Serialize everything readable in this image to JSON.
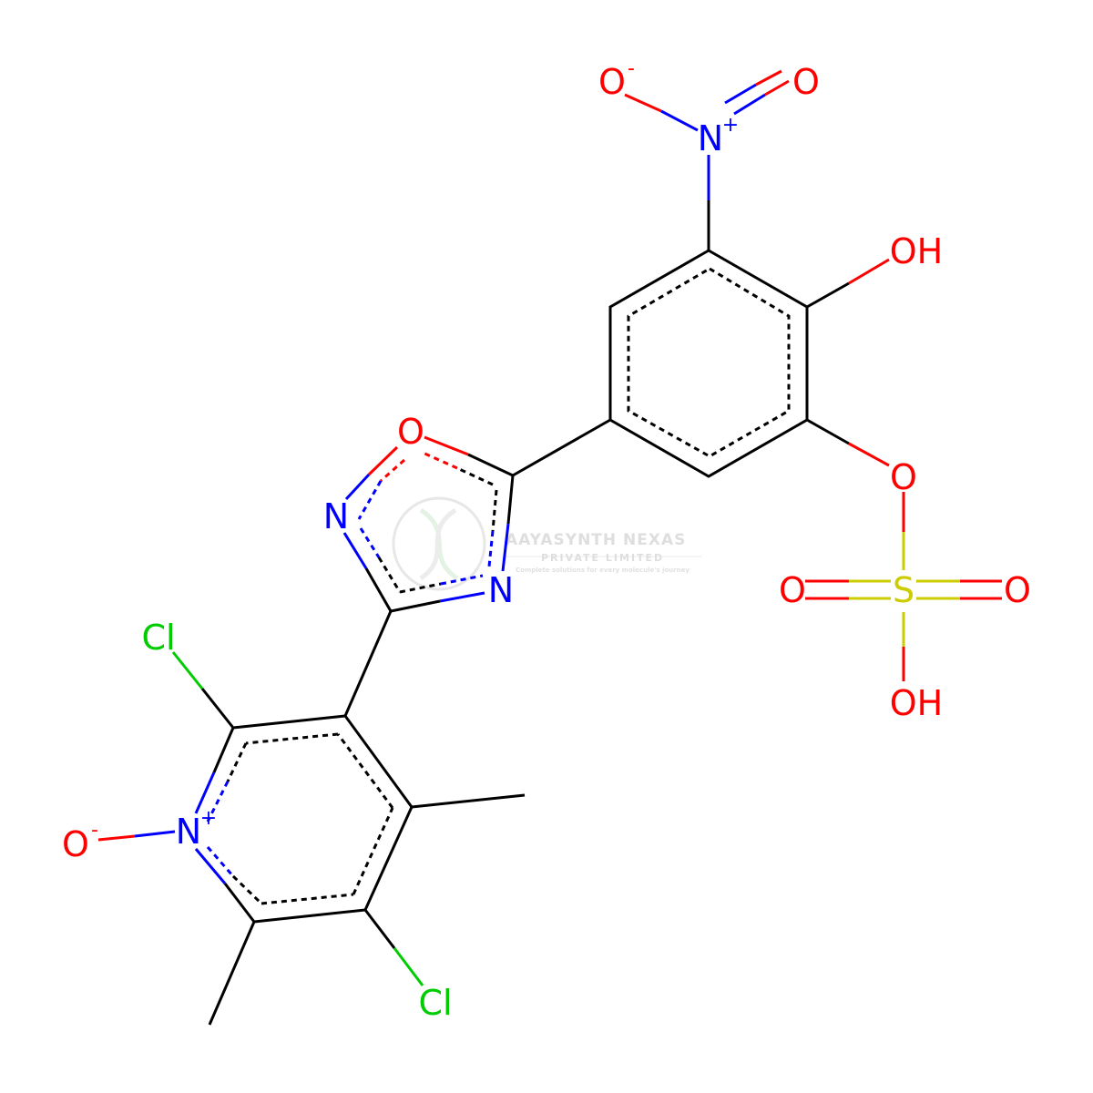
{
  "colors": {
    "carbon": "#000000",
    "nitrogen": "#0000ff",
    "oxygen": "#ff0000",
    "chlorine": "#00cc00",
    "sulfur": "#cccc00",
    "watermark": "#c8c8c8"
  },
  "labels": {
    "o_minus_nitro": "O",
    "o_minus_nitro_charge": "-",
    "o_nitro": "O",
    "n_nitro": "N",
    "n_nitro_charge": "+",
    "oh_phenol": "OH",
    "o_ring": "O",
    "n_ring_2": "N",
    "n_ring_4": "N",
    "o_ester": "O",
    "s": "S",
    "o_s_left": "O",
    "o_s_right": "O",
    "oh_s": "OH",
    "cl_top": "Cl",
    "cl_bottom": "Cl",
    "n_pyridine": "N",
    "n_pyridine_charge": "+",
    "o_pyridine": "O",
    "o_pyridine_charge": "-"
  },
  "watermark": {
    "title": "AAYASYNTH NEXAS",
    "subtitle": "PRIVATE LIMITED",
    "tagline": "Complete solutions for every molecule's journey"
  }
}
